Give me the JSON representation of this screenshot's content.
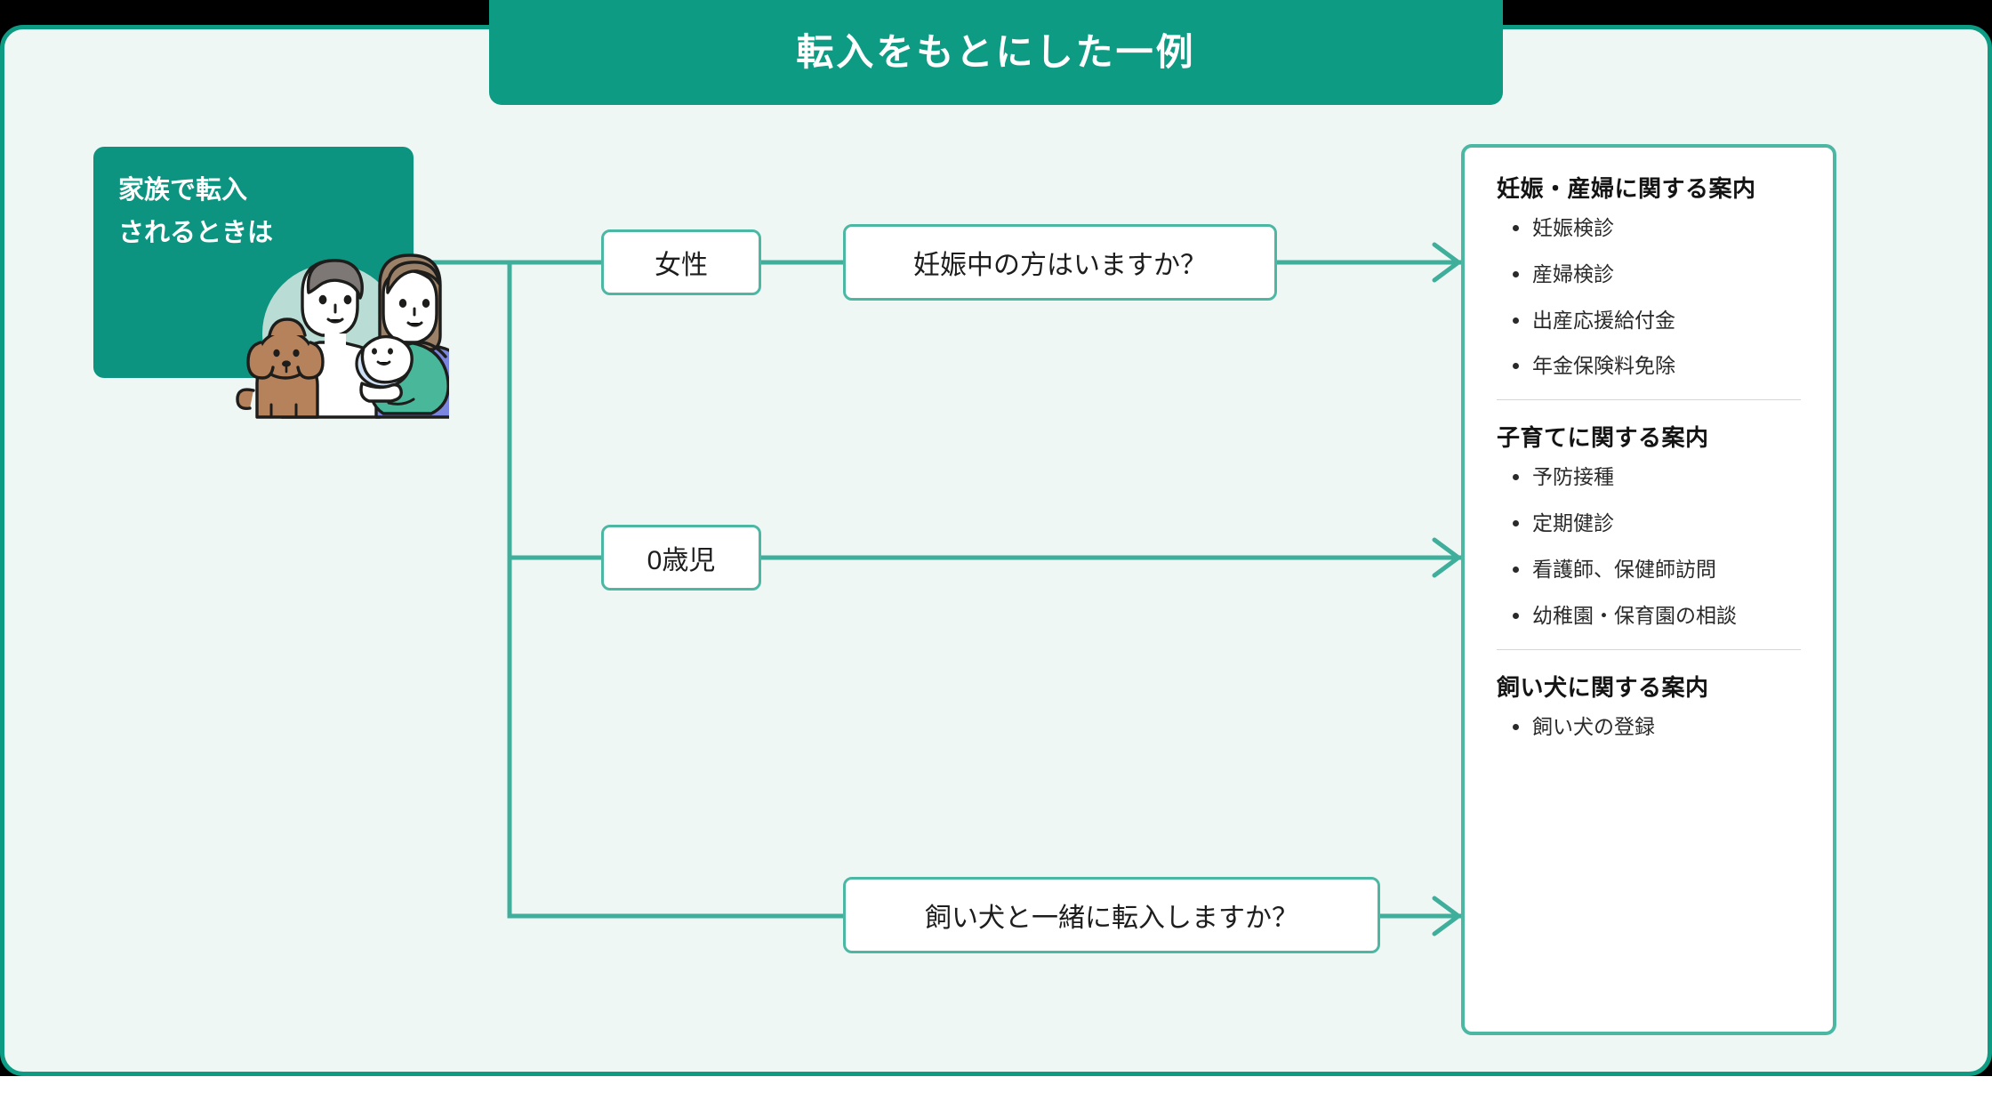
{
  "header": {
    "title": "転入をもとにした一例",
    "banner_color": "#0d9b84"
  },
  "theme": {
    "background": "#eff7f5",
    "panel_border": "#0d9b84",
    "accent": "#0d9480",
    "line": "#3fae9a",
    "node_border": "#4cb8a4",
    "divider": "#d6d6d6"
  },
  "source": {
    "label": "家族で転入\nされるときは",
    "illustration": "family-with-baby-and-dog-illustration"
  },
  "nodes": {
    "josei": "女性",
    "ninshin": "妊娠中の方はいますか？",
    "zerosai": "0歳児",
    "inu": "飼い犬と一緒に転入しますか？"
  },
  "results": {
    "sections": [
      {
        "title": "妊娠・産婦に関する案内",
        "items": [
          "妊娠検診",
          "産婦検診",
          "出産応援給付金",
          "年金保険料免除"
        ]
      },
      {
        "title": "子育てに関する案内",
        "items": [
          "予防接種",
          "定期健診",
          "看護師、保健師訪問",
          "幼稚園・保育園の相談"
        ]
      },
      {
        "title": "飼い犬に関する案内",
        "items": [
          "飼い犬の登録"
        ]
      }
    ]
  }
}
